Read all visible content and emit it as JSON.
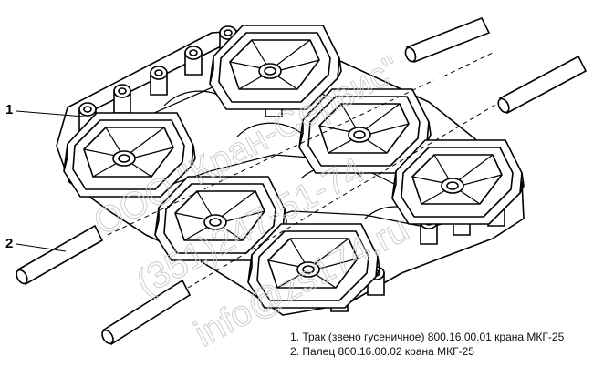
{
  "callouts": {
    "one": "1",
    "two": "2"
  },
  "captions": {
    "line1": "1. Трак (звено гусеничное) 800.16.00.01 крана МКГ-25",
    "line2": "2. Палец 800.16.00.02 крана МКГ-25"
  },
  "watermark": {
    "line1": "ООО \"Кран-Сервис\"",
    "line2": "(351)247-51-74",
    "line3": "info@zs174.ru"
  },
  "colors": {
    "ink": "#000000",
    "watermark": "#c8c8c8",
    "background": "#ffffff"
  }
}
